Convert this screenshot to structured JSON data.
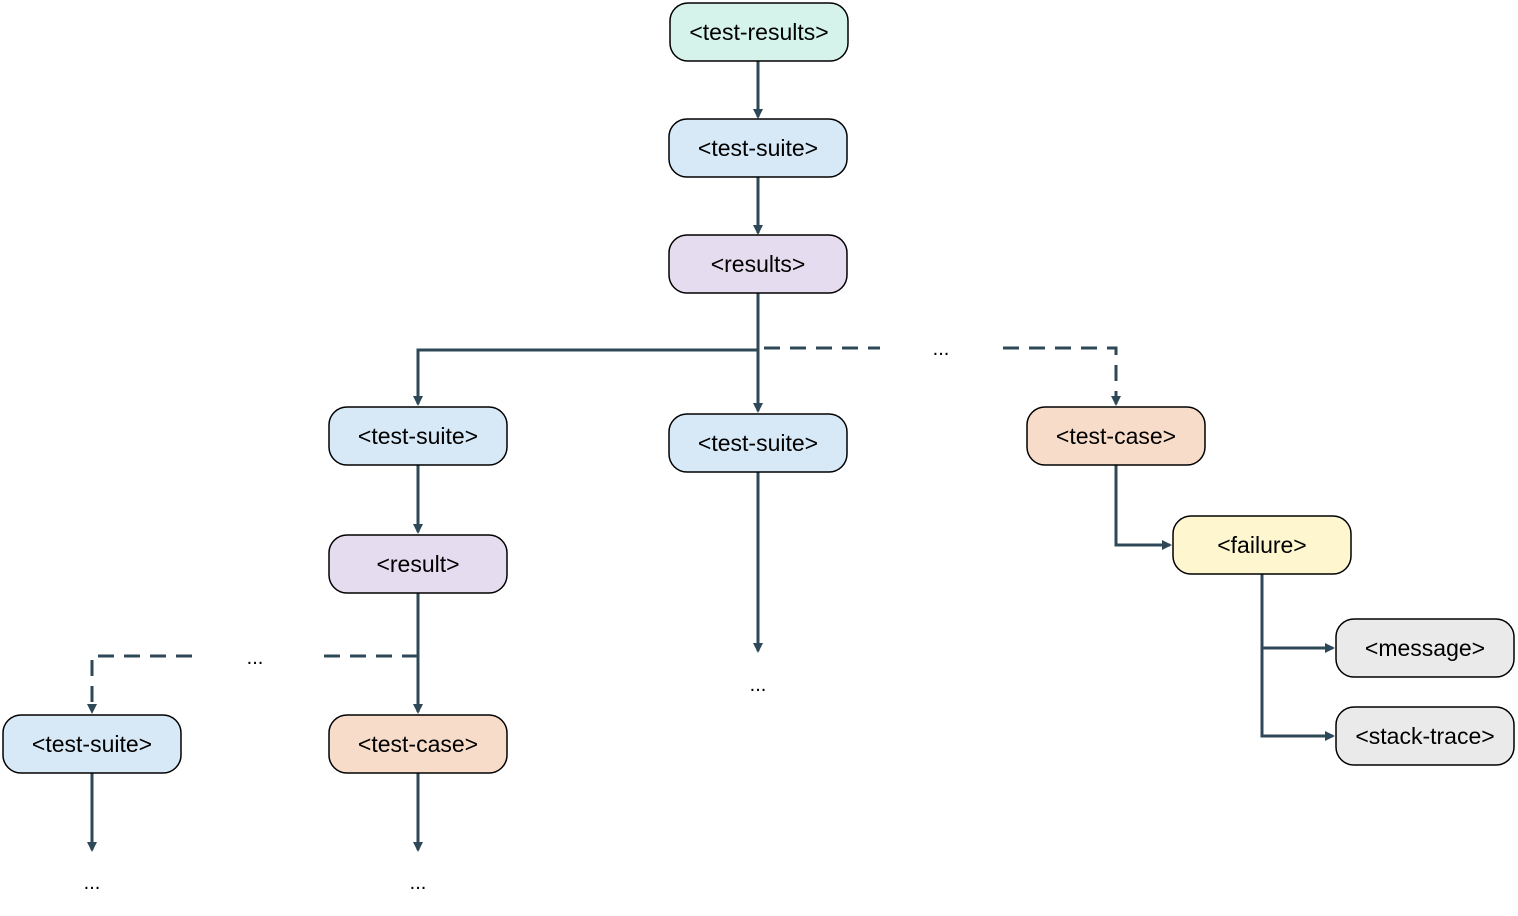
{
  "colors": {
    "edge": "#2f4858",
    "node_border": "#000000",
    "green": "#d5f3eb",
    "blue": "#d7e9f7",
    "purple": "#e6dcef",
    "orange": "#f7dcca",
    "yellow": "#fdf6cf",
    "gray": "#eaeaea"
  },
  "nodes": [
    {
      "id": "test-results-root",
      "label": "<test-results>",
      "color": "green"
    },
    {
      "id": "test-suite-top",
      "label": "<test-suite>",
      "color": "blue"
    },
    {
      "id": "results",
      "label": "<results>",
      "color": "purple"
    },
    {
      "id": "test-suite-left",
      "label": "<test-suite>",
      "color": "blue"
    },
    {
      "id": "test-suite-center",
      "label": "<test-suite>",
      "color": "blue"
    },
    {
      "id": "test-case-right",
      "label": "<test-case>",
      "color": "orange"
    },
    {
      "id": "result",
      "label": "<result>",
      "color": "purple"
    },
    {
      "id": "failure",
      "label": "<failure>",
      "color": "yellow"
    },
    {
      "id": "message",
      "label": "<message>",
      "color": "gray"
    },
    {
      "id": "stack-trace",
      "label": "<stack-trace>",
      "color": "gray"
    },
    {
      "id": "test-suite-bottom-left",
      "label": "<test-suite>",
      "color": "blue"
    },
    {
      "id": "test-case-bottom",
      "label": "<test-case>",
      "color": "orange"
    }
  ],
  "ellipses": [
    {
      "id": "ellipsis-results-branch",
      "text": "..."
    },
    {
      "id": "ellipsis-result-branch",
      "text": "..."
    },
    {
      "id": "ellipsis-center-suite",
      "text": "..."
    },
    {
      "id": "ellipsis-bottom-left-suite",
      "text": "..."
    },
    {
      "id": "ellipsis-bottom-test-case",
      "text": "..."
    }
  ],
  "edges": [
    {
      "id": "root-to-suite",
      "from": "test-results-root",
      "to": "test-suite-top",
      "style": "solid"
    },
    {
      "id": "suite-to-results",
      "from": "test-suite-top",
      "to": "results",
      "style": "solid"
    },
    {
      "id": "results-to-left-suite",
      "from": "results",
      "to": "test-suite-left",
      "style": "solid"
    },
    {
      "id": "results-to-center-suite",
      "from": "results",
      "to": "test-suite-center",
      "style": "solid"
    },
    {
      "id": "results-to-test-case",
      "from": "results",
      "to": "test-case-right",
      "style": "dashed"
    },
    {
      "id": "left-suite-to-result",
      "from": "test-suite-left",
      "to": "result",
      "style": "solid"
    },
    {
      "id": "result-to-test-case",
      "from": "result",
      "to": "test-case-bottom",
      "style": "solid"
    },
    {
      "id": "result-to-bottom-suite",
      "from": "result",
      "to": "test-suite-bottom-left",
      "style": "dashed"
    },
    {
      "id": "center-suite-to-more",
      "from": "test-suite-center",
      "to": "ellipsis-center-suite",
      "style": "solid"
    },
    {
      "id": "bottom-suite-to-more",
      "from": "test-suite-bottom-left",
      "to": "ellipsis-bottom-left-suite",
      "style": "solid"
    },
    {
      "id": "bottom-case-to-more",
      "from": "test-case-bottom",
      "to": "ellipsis-bottom-test-case",
      "style": "solid"
    },
    {
      "id": "test-case-to-failure",
      "from": "test-case-right",
      "to": "failure",
      "style": "solid"
    },
    {
      "id": "failure-to-message",
      "from": "failure",
      "to": "message",
      "style": "solid"
    },
    {
      "id": "failure-to-stack-trace",
      "from": "failure",
      "to": "stack-trace",
      "style": "solid"
    }
  ]
}
